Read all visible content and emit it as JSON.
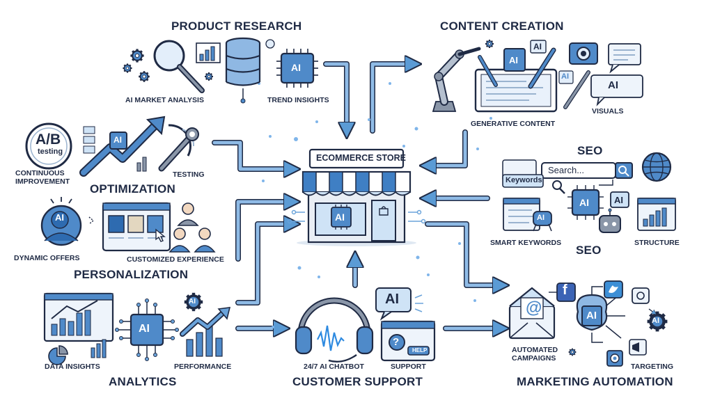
{
  "center": {
    "store_sign": "ECOMMERCE STORE",
    "store_ai": "AI"
  },
  "product_research": {
    "title": "PRODUCT RESEARCH",
    "items": [
      "AI MARKET ANALYSIS",
      "TREND INSIGHTS"
    ],
    "chip": "AI"
  },
  "content_creation": {
    "title": "CONTENT CREATION",
    "items": [
      "GENERATIVE CONTENT",
      "VISUALS"
    ],
    "chips": [
      "AI",
      "AI",
      "AI",
      "AI"
    ]
  },
  "optimization": {
    "title": "OPTIMIZATION",
    "items": [
      "CONTINUOUS IMPROVEMENT",
      "TESTING"
    ],
    "continuous": "CONTINUOUS",
    "improvement": "IMPROVEMENT",
    "ab_top": "A/B",
    "ab_bottom": "testing",
    "chip": "AI"
  },
  "seo": {
    "title_top": "SEO",
    "title_bottom": "SEO",
    "items": [
      "SMART KEYWORDS",
      "STRUCTURE"
    ],
    "search_placeholder": "Search...",
    "keywords_tag": "Keywords",
    "chips": [
      "AI",
      "AI",
      "AI"
    ]
  },
  "personalization": {
    "title": "PERSONALIZATION",
    "items": [
      "DYNAMIC OFFERS",
      "CUSTOMIZED EXPERIENCE"
    ],
    "chip": "AI"
  },
  "analytics": {
    "title": "ANALYTICS",
    "items": [
      "DATA INSIGHTS",
      "PERFORMANCE"
    ],
    "chips": [
      "AI",
      "AI"
    ]
  },
  "customer_support": {
    "title": "CUSTOMER SUPPORT",
    "items": [
      "24/7 AI CHATBOT",
      "SUPPORT"
    ],
    "bubble": "AI",
    "help": "HELP"
  },
  "marketing_automation": {
    "title": "MARKETING AUTOMATION",
    "items": [
      "AUTOMATED CAMPAIGNS",
      "TARGETING"
    ],
    "automated": "AUTOMATED",
    "campaigns": "CAMPAIGNS",
    "chips": [
      "AI",
      "AI"
    ],
    "at_sign": "@",
    "fb": "f"
  },
  "colors": {
    "navy": "#1f2a44",
    "blue": "#5b9bd5",
    "light_blue": "#cfe3f6",
    "accent": "#2f6fb0"
  }
}
